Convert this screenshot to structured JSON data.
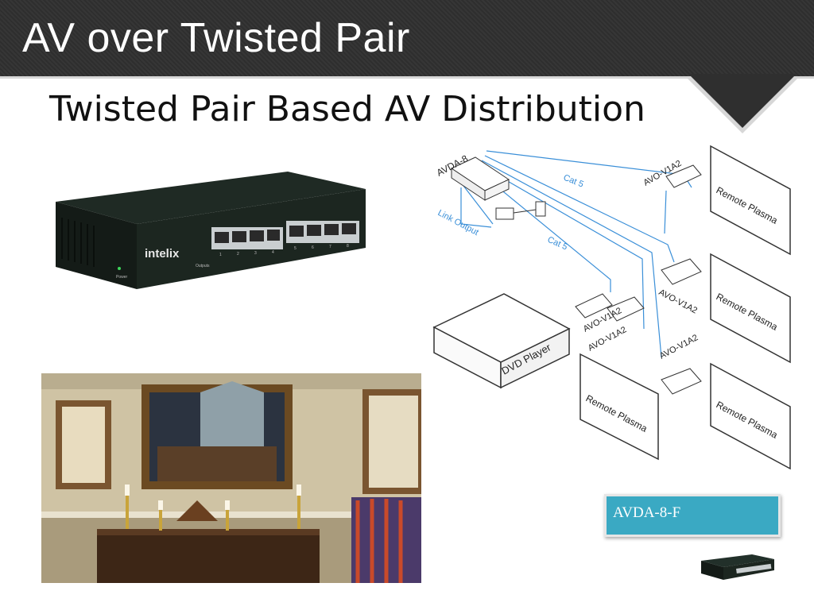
{
  "slide": {
    "title": "AV over Twisted Pair",
    "subtitle": "Twisted Pair Based AV Distribution"
  },
  "device": {
    "brand": "intelix",
    "power_label": "Power",
    "outputs_label": "Outputs",
    "port_numbers": [
      "1",
      "2",
      "3",
      "4",
      "5",
      "6",
      "7",
      "8"
    ]
  },
  "diagram": {
    "hub_label": "AVDA-8",
    "link_output_label": "Link Output",
    "cable_label_1": "Cat 5",
    "cable_label_2": "Cat 5",
    "receiver_labels": [
      "AVO-V1A2",
      "AVO-V1A2",
      "AVO-V1A2",
      "AVO-V1A2",
      "AVO-V1A2"
    ],
    "display_labels": [
      "Remote Plasma",
      "Remote Plasma",
      "Remote Plasma",
      "Remote Plasma"
    ],
    "source_label": "DVD Player"
  },
  "caption": {
    "label": "AVDA-8-F"
  },
  "colors": {
    "title_bar": "#2f2f2f",
    "caption_bg": "#3aa9c3",
    "cable_blue": "#3a8fd8"
  }
}
